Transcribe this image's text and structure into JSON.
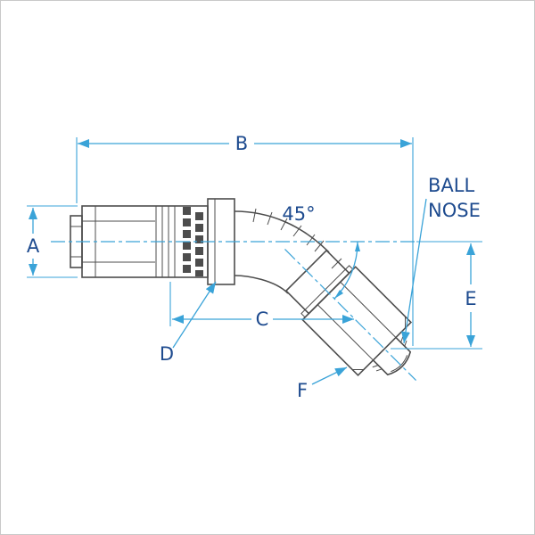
{
  "labels": {
    "a": "A",
    "b": "B",
    "c": "C",
    "d": "D",
    "e": "E",
    "f": "F"
  },
  "angle_label": "45°",
  "callout": {
    "line1": "BALL",
    "line2": "NOSE"
  },
  "colors": {
    "dimension_line": "#3aa3d8",
    "label_text": "#1e4b8f",
    "drawing_line": "#4d4d4d",
    "background": "#ffffff",
    "frame_border": "#c9c9c9"
  }
}
